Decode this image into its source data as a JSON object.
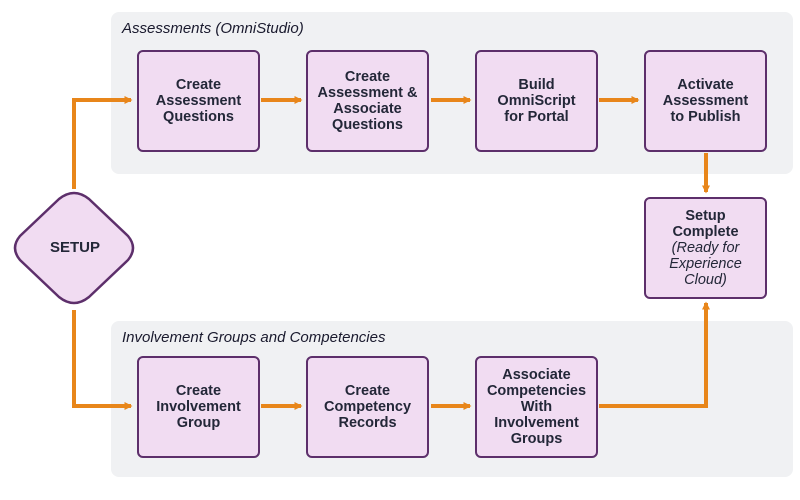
{
  "colors": {
    "accent_orange": "#e8861a",
    "box_fill": "#f1dcf2",
    "box_border": "#5d2f6b",
    "panel_fill": "#f0f1f3",
    "text": "#232738"
  },
  "panels": {
    "assessments": {
      "title": "Assessments (OmniStudio)"
    },
    "involvement": {
      "title": "Involvement Groups and Competencies"
    }
  },
  "setup": {
    "label": "SETUP"
  },
  "steps": {
    "create_questions": {
      "lines": [
        "Create",
        "Assessment",
        "Questions"
      ]
    },
    "create_assessment": {
      "lines": [
        "Create",
        "Assessment &",
        "Associate",
        "Questions"
      ]
    },
    "build_omniscript": {
      "lines": [
        "Build",
        "OmniScript",
        "for Portal"
      ]
    },
    "activate": {
      "lines": [
        "Activate",
        "Assessment",
        "to Publish"
      ]
    },
    "setup_complete": {
      "lines": [
        "Setup",
        "Complete"
      ],
      "note_lines": [
        "(Ready for",
        "Experience",
        "Cloud)"
      ]
    },
    "create_group": {
      "lines": [
        "Create",
        "Involvement",
        "Group"
      ]
    },
    "create_competency": {
      "lines": [
        "Create",
        "Competency",
        "Records"
      ]
    },
    "associate": {
      "lines": [
        "Associate",
        "Competencies",
        "With",
        "Involvement",
        "Groups"
      ]
    }
  }
}
